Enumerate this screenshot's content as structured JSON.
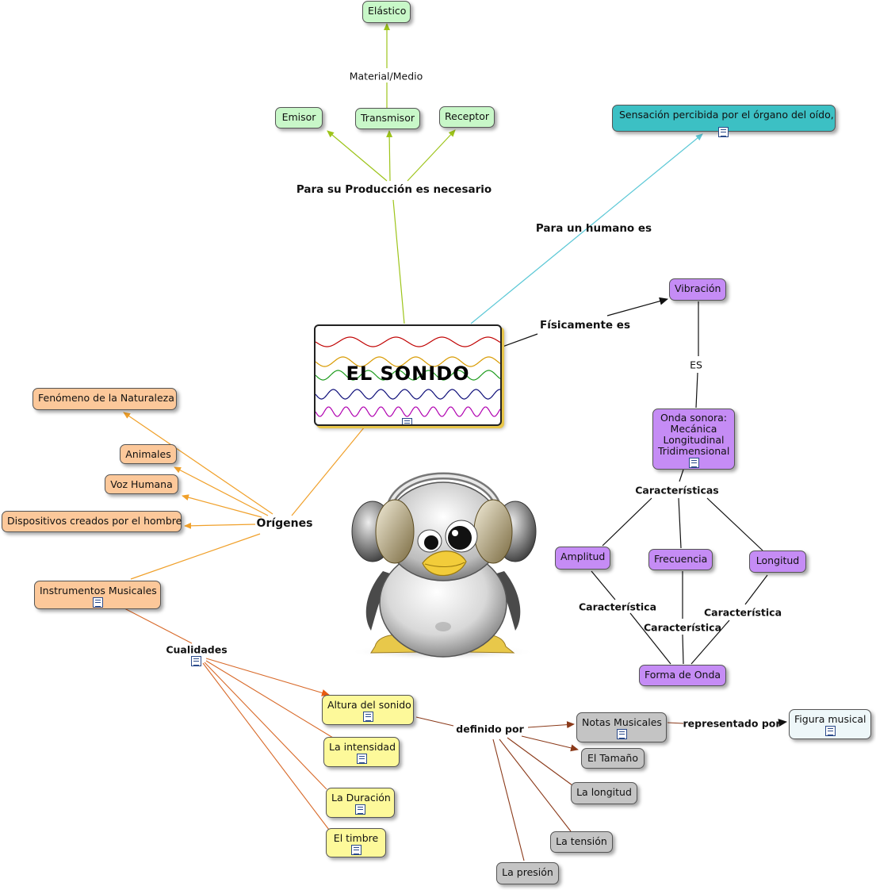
{
  "center": {
    "title": "EL SONIDO"
  },
  "nodes": {
    "elastico": "Elástico",
    "emisor": "Emisor",
    "transmisor": "Transmisor",
    "receptor": "Receptor",
    "sensacion": "Sensación percibida por el órgano del oído,",
    "vibracion": "Vibración",
    "onda_sonora": "Onda sonora: Mecánica Longitudinal Tridimensional",
    "amplitud": "Amplitud",
    "frecuencia": "Frecuencia",
    "longitud": "Longitud",
    "forma_onda": "Forma de Onda",
    "fenomeno": "Fenómeno de la Naturaleza",
    "animales": "Animales",
    "voz_humana": "Voz Humana",
    "dispositivos": "Dispositivos creados por el hombre",
    "instrumentos": "Instrumentos Musicales",
    "altura": "Altura del sonido",
    "intensidad": "La intensidad",
    "duracion": "La Duración",
    "timbre": "El timbre",
    "notas": "Notas Musicales",
    "tamano": "El Tamaño",
    "la_longitud": "La longitud",
    "tension": "La tensión",
    "presion": "La presión",
    "figura": "Figura musical"
  },
  "labels": {
    "material_medio": "Material/Medio",
    "produccion": "Para su Producción es necesario",
    "humano": "Para un humano es",
    "fisicamente": "Físicamente es",
    "es": "ES",
    "caracteristicas": "Características",
    "caracteristica_1": "Característica",
    "caracteristica_2": "Característica",
    "caracteristica_3": "Característica",
    "origenes": "Orígenes",
    "cualidades": "Cualidades",
    "definido_por": "definido  por",
    "representado_por": "representado por"
  },
  "colors": {
    "green_links": "#9dc41a",
    "teal_links": "#5cc8d6",
    "orange_links": "#f0a02a",
    "brown_links": "#8b3a1a",
    "black_links": "#111111"
  },
  "image": {
    "icon": "penguin-with-headphones-icon"
  }
}
